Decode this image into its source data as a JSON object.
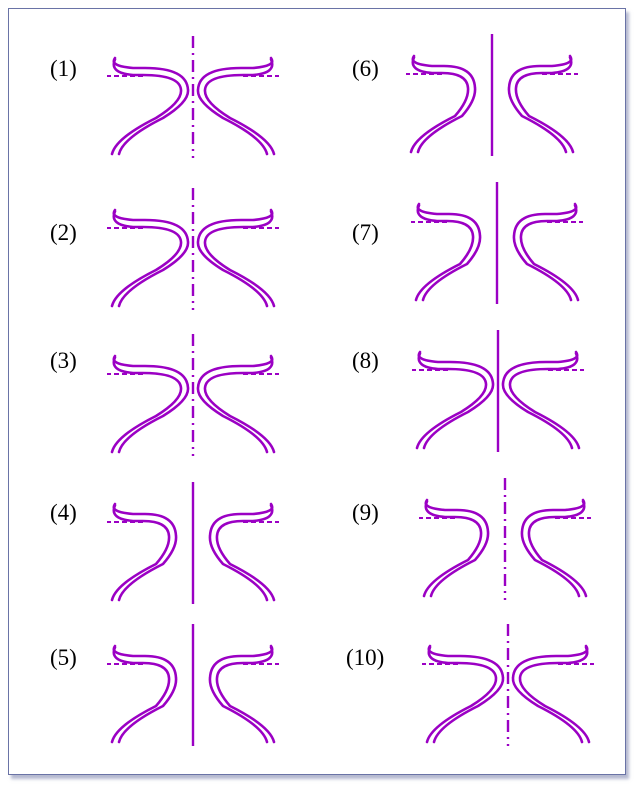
{
  "figure": {
    "line_color": "#9b00c4",
    "frame_color": "#6a73a6",
    "panels": [
      {
        "label": "(1)",
        "joined": true,
        "axis": "dashdot"
      },
      {
        "label": "(2)",
        "joined": true,
        "axis": "dashdot"
      },
      {
        "label": "(3)",
        "joined": true,
        "axis": "dashdot"
      },
      {
        "label": "(4)",
        "joined": false,
        "axis": "solid"
      },
      {
        "label": "(5)",
        "joined": false,
        "axis": "solid"
      },
      {
        "label": "(6)",
        "joined": false,
        "axis": "solid"
      },
      {
        "label": "(7)",
        "joined": false,
        "axis": "solid"
      },
      {
        "label": "(8)",
        "joined": true,
        "axis": "solid"
      },
      {
        "label": "(9)",
        "joined": false,
        "axis": "dashdot"
      },
      {
        "label": "(10)",
        "joined": true,
        "axis": "dashdot"
      }
    ]
  }
}
